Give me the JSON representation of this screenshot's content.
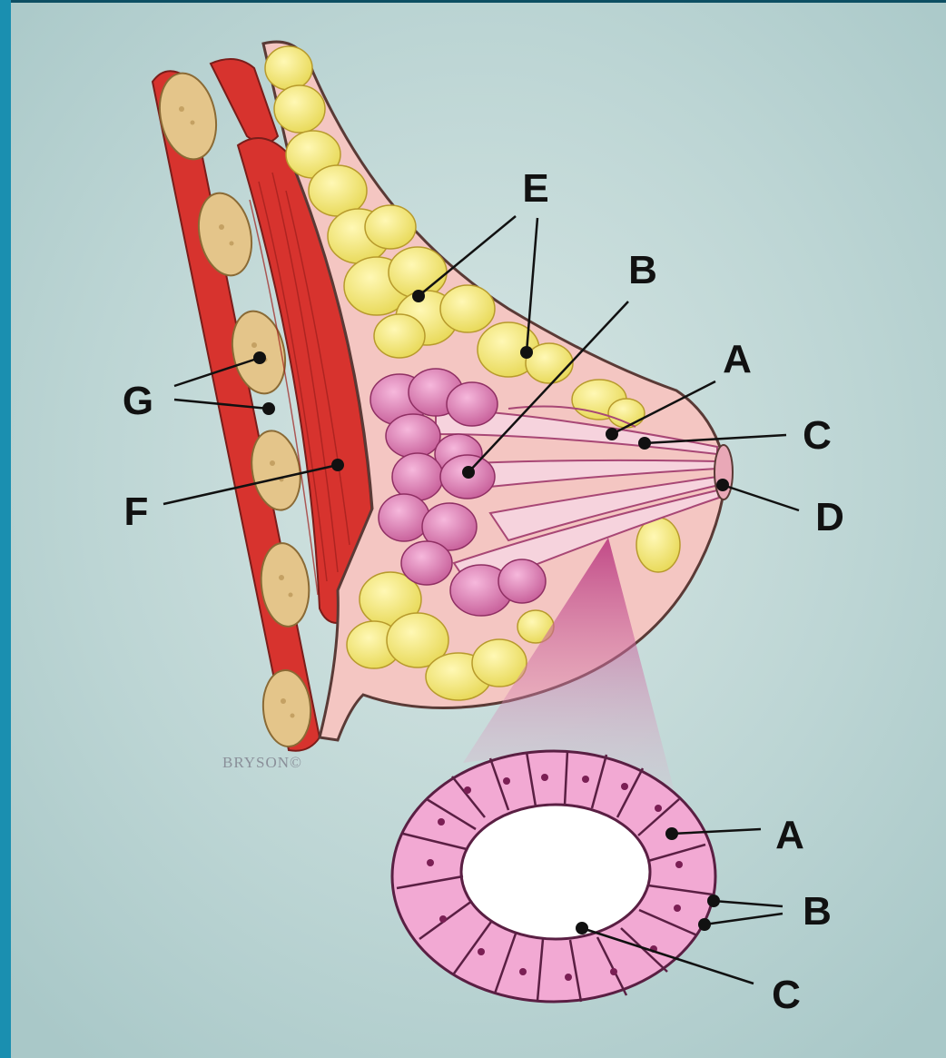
{
  "colors": {
    "frame": "#1a8fb0",
    "background": "#b9d3d3",
    "skin": "#f4c6c2",
    "muscle": "#d7332e",
    "fat": "#f3ea7a",
    "lobule": "#e48bbc",
    "rib": "#e4c58a",
    "cell": "#f2a9d3",
    "label": "#111111"
  },
  "signature": "BRYSON©",
  "breast_labels": {
    "e": "E",
    "b": "B",
    "a": "A",
    "c": "C",
    "d": "D",
    "g": "G",
    "f": "F"
  },
  "inset_labels": {
    "a": "A",
    "b": "B",
    "c": "C"
  }
}
